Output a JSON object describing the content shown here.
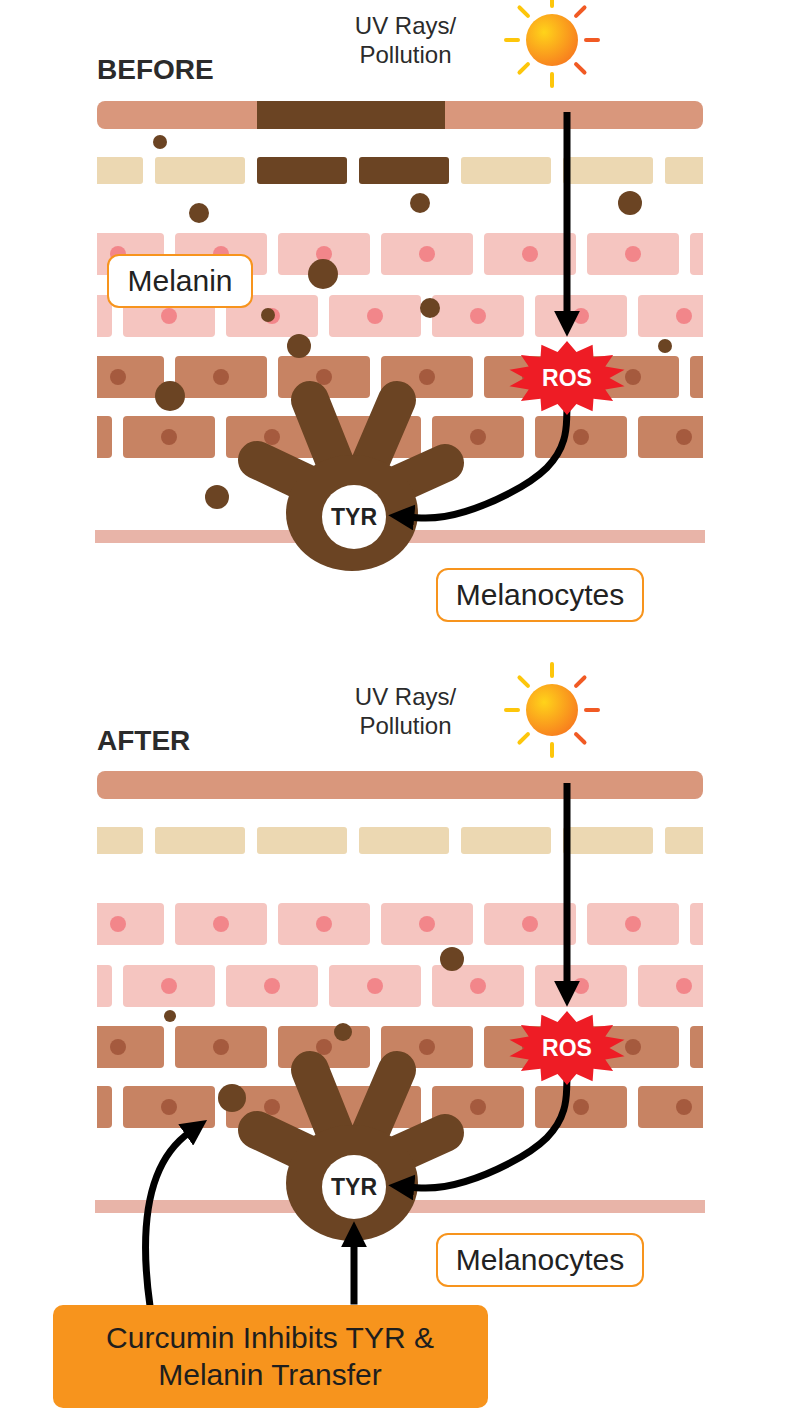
{
  "diagram": {
    "nodes": [
      {
        "text": [
          "Melanin"
        ]
      },
      {
        "text": [
          "ROS"
        ]
      },
      {
        "text": [
          "TYR"
        ]
      },
      {
        "text": [
          "Melanocytes"
        ]
      },
      {
        "text": [
          "ROS"
        ]
      },
      {
        "text": [
          "TYR"
        ]
      },
      {
        "text": [
          "Melanocytes"
        ]
      },
      {
        "text": [
          "Curcumin Inhibits TYR & Melanin Transfer"
        ]
      }
    ],
    "edges": [
      {
        "from": 1,
        "to": 2,
        "arrow": "to"
      },
      {
        "from": 4,
        "to": 5,
        "arrow": "to"
      },
      {
        "from": 7,
        "to": 5,
        "arrow": "to"
      }
    ],
    "labels": [
      "BEFORE",
      "UV Rays/ Pollution",
      "AFTER",
      "UV Rays/ Pollution"
    ]
  }
}
